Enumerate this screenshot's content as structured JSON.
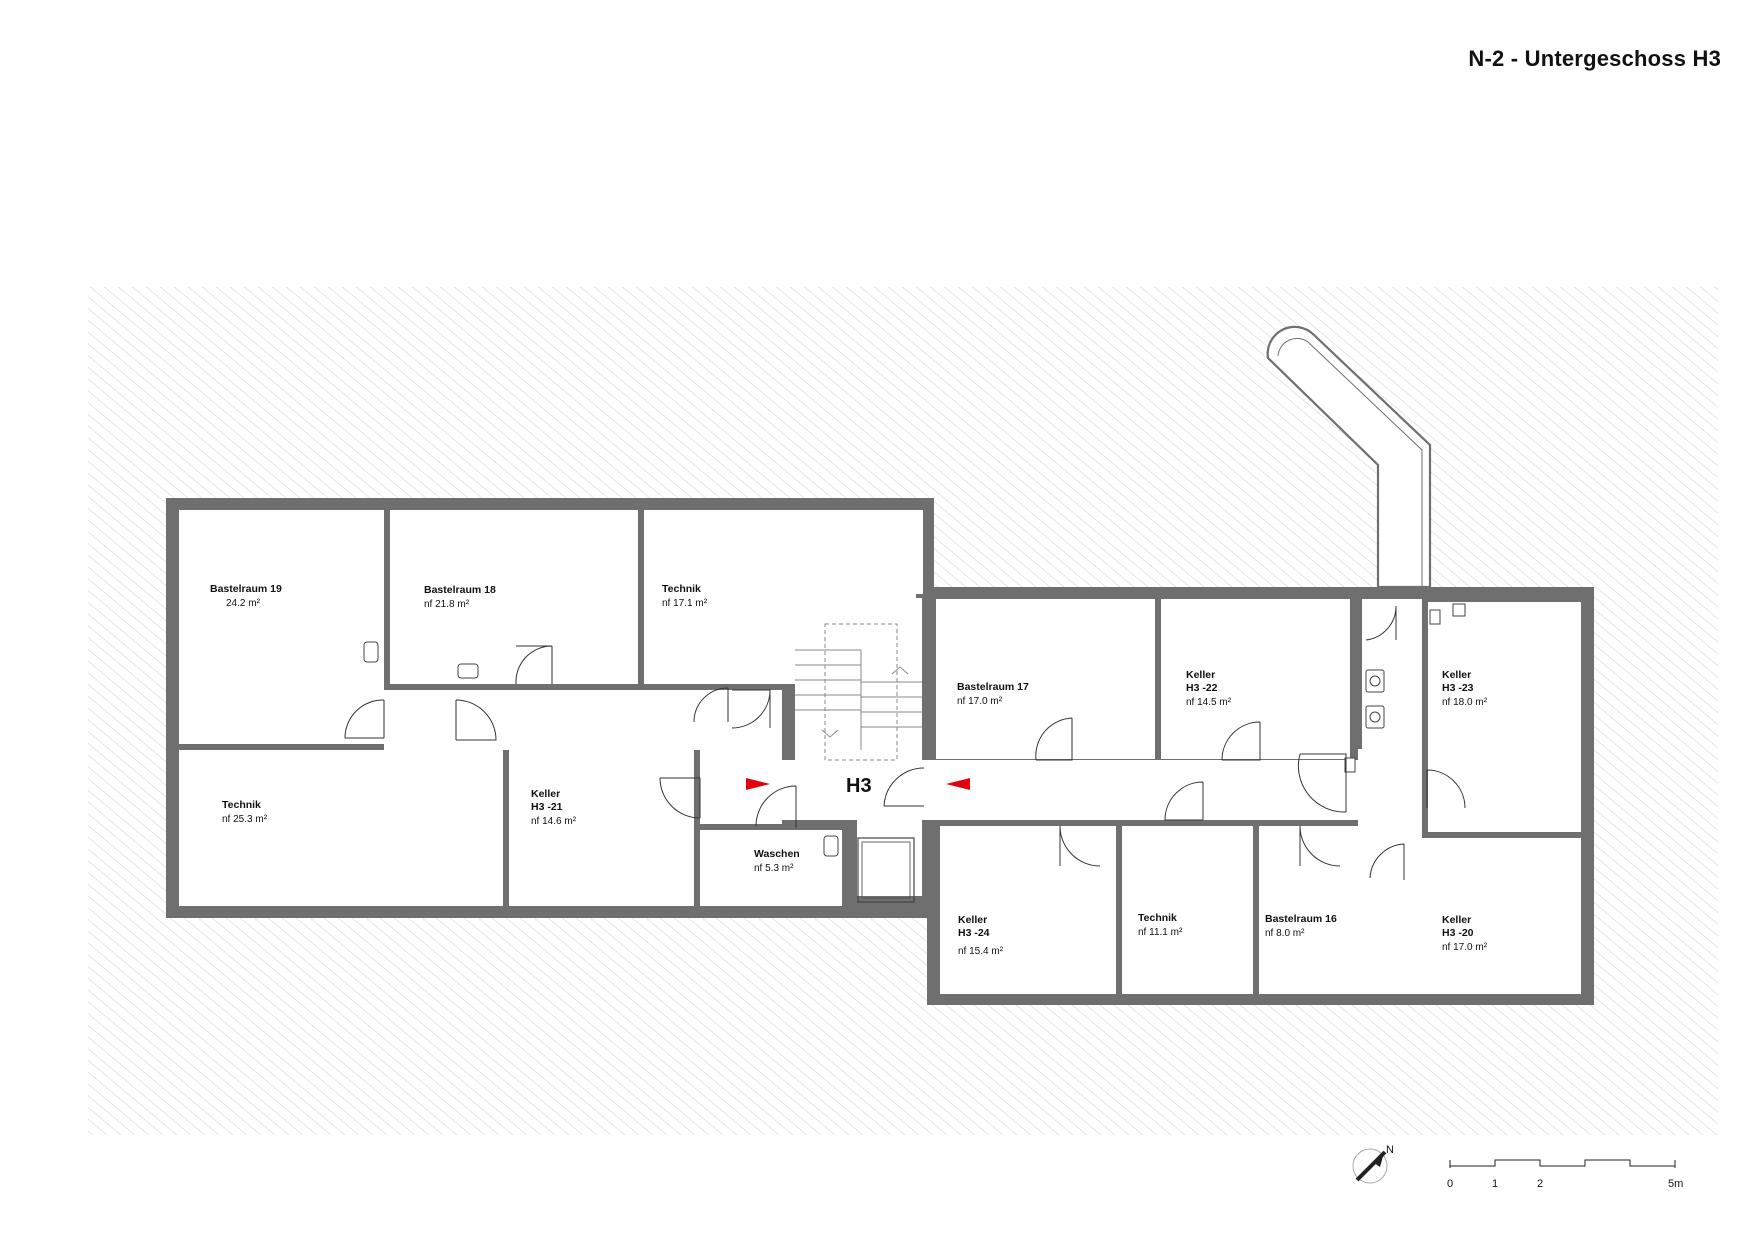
{
  "title": "N-2 - Untergeschoss H3",
  "stair_label": "H3",
  "rooms": [
    {
      "name": "Bastelraum 19",
      "area": "24.2 m²"
    },
    {
      "name": "Bastelraum 18",
      "area": "nf  21.8 m²"
    },
    {
      "name": "Technik",
      "area": "nf  17.1 m²"
    },
    {
      "name": "Technik",
      "area": "nf  25.3 m²"
    },
    {
      "name": "Keller",
      "name2": "H3 -21",
      "area": "nf  14.6 m²"
    },
    {
      "name": "Waschen",
      "area": "nf  5.3 m²"
    },
    {
      "name": "Bastelraum 17",
      "area": "nf  17.0 m²"
    },
    {
      "name": "Keller",
      "name2": "H3 -22",
      "area": "nf  14.5 m²"
    },
    {
      "name": "Keller",
      "name2": "H3 -23",
      "area": "nf  18.0 m²"
    },
    {
      "name": "Keller",
      "name2": "H3 -24",
      "area": "nf  15.4 m²"
    },
    {
      "name": "Technik",
      "area": "nf  11.1 m²"
    },
    {
      "name": "Bastelraum 16",
      "area": "nf  8.0 m²"
    },
    {
      "name": "Keller",
      "name2": "H3 -20",
      "area": "nf  17.0 m²"
    }
  ],
  "scale": {
    "ticks": [
      "0",
      "1",
      "2",
      "5m"
    ]
  },
  "north": "N",
  "colors": {
    "wall": "#6f6f6f",
    "hatch": "#c9c9c9",
    "arrow": "#e3000f"
  }
}
